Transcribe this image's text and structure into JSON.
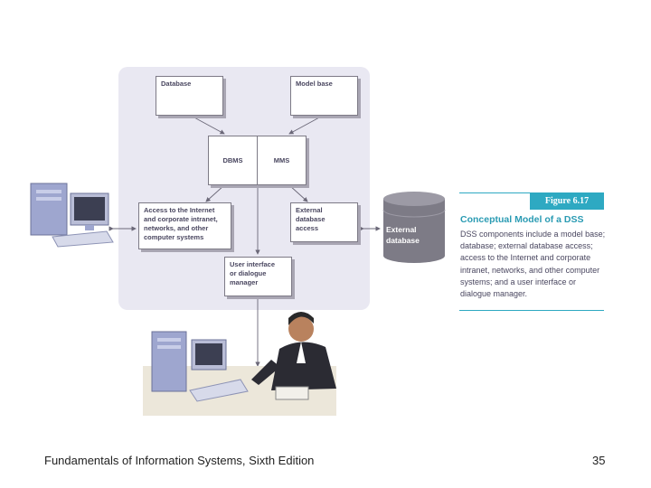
{
  "diagram": {
    "boxes": {
      "database": "Database",
      "model_base": "Model base",
      "dbms": "DBMS",
      "mms": "MMS",
      "access_internet": "Access to the Internet\nand corporate intranet,\nnetworks, and other\ncomputer systems",
      "external_database_access": "External\ndatabase\naccess",
      "user_interface": "User interface\nor dialogue\nmanager"
    },
    "external_database": "External\ndatabase"
  },
  "caption": {
    "figure_label": "Figure 6.17",
    "heading": "Conceptual Model of a DSS",
    "body": "DSS components include a model base; database; external database access; access to the Internet and corporate intranet, networks, and other computer systems; and a user interface or dialogue manager."
  },
  "footer": {
    "title": "Fundamentals of Information Systems, Sixth Edition",
    "page_number": "35"
  },
  "colors": {
    "panel": "#e9e8f2",
    "box_text": "#4a4760",
    "accent": "#2ea9c2",
    "database_cylinder": "#7d7b86"
  }
}
